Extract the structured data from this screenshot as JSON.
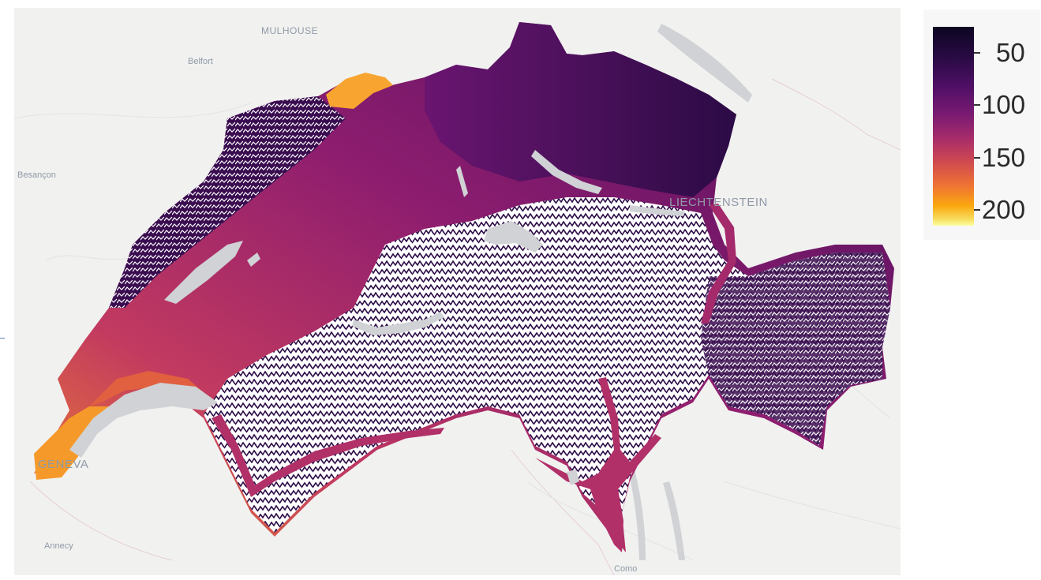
{
  "map": {
    "colormap": "inferno",
    "colors": {
      "land": "#f1f1f0",
      "lakes": "#d0d2d5",
      "label": "#8f9aa6",
      "high_altitude_blank": "#ffffff",
      "low_value": "#2b0b45",
      "mid_value": "#8e1d6f",
      "high_value": "#f38a2a",
      "max_value": "#fcffa4"
    },
    "labels": {
      "mulhouse": "MULHOUSE",
      "belfort": "Belfort",
      "besancon": "Besançon",
      "liechtenstein": "LIECHTENSTEIN",
      "geneva": "GENEVA",
      "annecy": "Annecy",
      "como": "Como"
    }
  },
  "colorbar": {
    "ticks": [
      {
        "label": "50",
        "value": 50
      },
      {
        "label": "100",
        "value": 100
      },
      {
        "label": "150",
        "value": 150
      },
      {
        "label": "200",
        "value": 200
      }
    ],
    "range": [
      25,
      215
    ]
  }
}
